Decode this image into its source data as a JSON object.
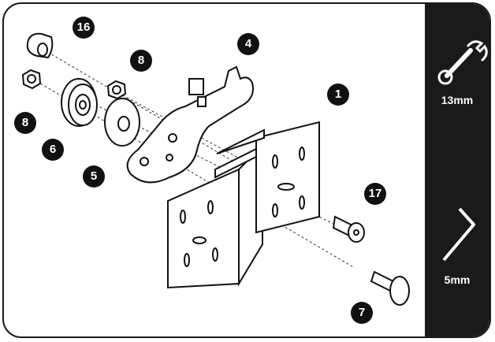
{
  "callouts": {
    "c16": "16",
    "c4": "4",
    "c8a": "8",
    "c8b": "8",
    "c1": "1",
    "c6": "6",
    "c5": "5",
    "c17": "17",
    "c7": "7"
  },
  "tools": {
    "wrench": {
      "label": "13mm",
      "icon": "wrench-icon"
    },
    "hex_key": {
      "label": "5mm",
      "icon": "hex-key-icon"
    }
  },
  "colors": {
    "ink": "#1a1a1a",
    "sidebar": "#1a1a1a",
    "part_fill": "#ffffff"
  }
}
